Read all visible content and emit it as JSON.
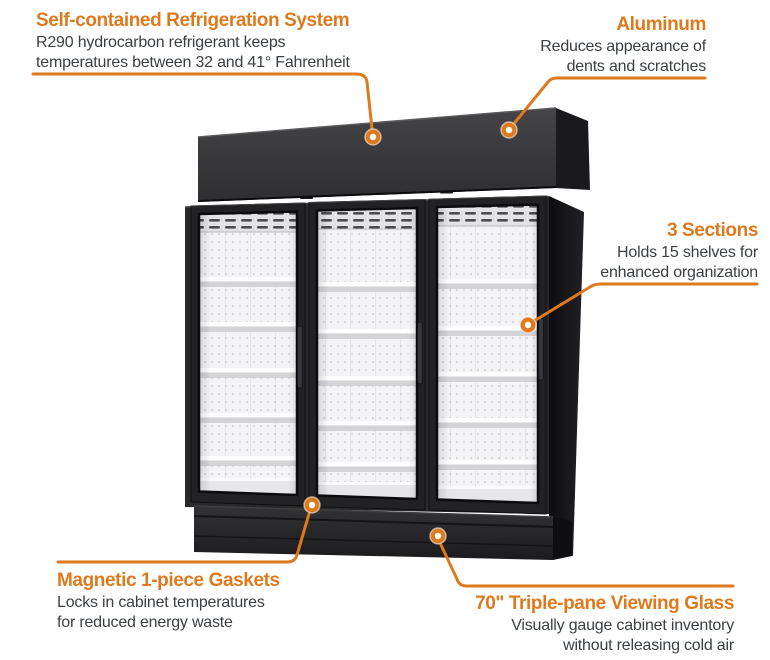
{
  "colors": {
    "accent": "#de7a1e",
    "body_text": "#3d4043"
  },
  "callouts": {
    "refrigeration": {
      "title": "Self-contained Refrigeration System",
      "line1": "R290 hydrocarbon refrigerant keeps",
      "line2": "temperatures between 32 and 41° Fahrenheit"
    },
    "aluminum": {
      "title": "Aluminum",
      "line1": "Reduces appearance of",
      "line2": "dents and scratches"
    },
    "sections": {
      "title": "3 Sections",
      "line1": "Holds 15 shelves for",
      "line2": "enhanced organization"
    },
    "gaskets": {
      "title": "Magnetic 1-piece Gaskets",
      "line1": "Locks in cabinet temperatures",
      "line2": "for reduced energy waste"
    },
    "glass": {
      "title": "70\" Triple-pane Viewing Glass",
      "line1": "Visually gauge cabinet inventory",
      "line2": "without releasing cold air"
    }
  }
}
